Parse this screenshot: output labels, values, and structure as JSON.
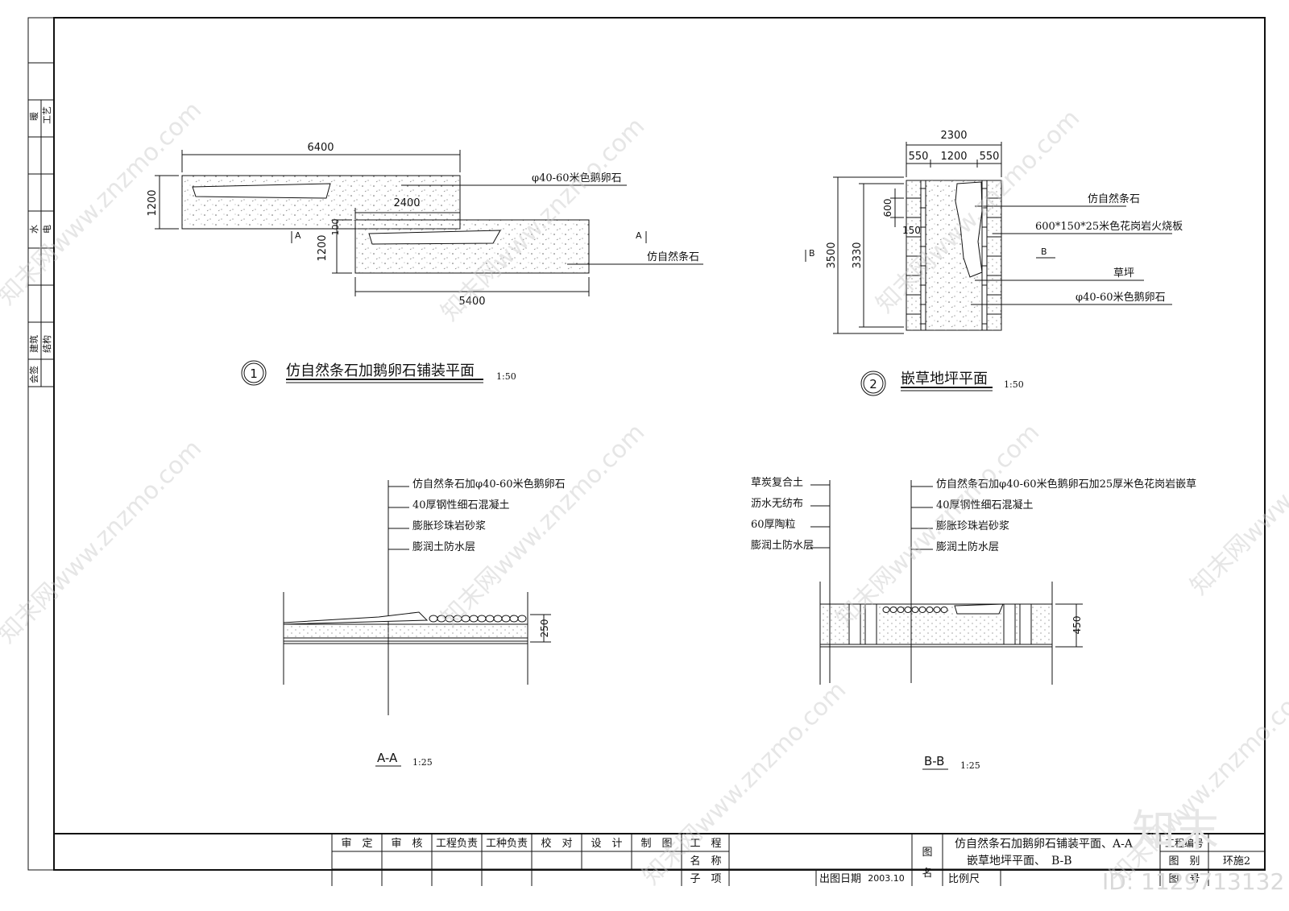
{
  "side_strip": {
    "labels": [
      "暖",
      "工艺",
      "水",
      "电",
      "建筑",
      "结构",
      "会签"
    ]
  },
  "plan1": {
    "title": "仿自然条石加鹅卵石铺装平面",
    "number": "1",
    "scale": "1:50",
    "dims": {
      "top": "6400",
      "left": "1200",
      "mid": "2400",
      "gap": "100",
      "left2": "1200",
      "bottom": "5400"
    },
    "labels": {
      "pebble": "φ40-60米色鹅卵石",
      "stone": "仿自然条石",
      "sec_a1": "A",
      "sec_a2": "A"
    }
  },
  "plan2": {
    "title": "嵌草地坪平面",
    "number": "2",
    "scale": "1:50",
    "dims": {
      "total": "2300",
      "d1": "550",
      "d2": "1200",
      "d3": "550",
      "h600": "600",
      "h150": "150",
      "h3500": "3500",
      "h3330": "3330"
    },
    "labels": {
      "stone": "仿自然条石",
      "granite": "600*150*25米色花岗岩火烧板",
      "grass": "草坪",
      "pebble": "φ40-60米色鹅卵石",
      "sec_b1": "B",
      "sec_b2": "B"
    }
  },
  "sectionA": {
    "title": "A-A",
    "scale": "1:25",
    "dim": "250",
    "layers": [
      "仿自然条石加φ40-60米色鹅卵石",
      "40厚钢性细石混凝土",
      "膨胀珍珠岩砂浆",
      "膨润土防水层"
    ]
  },
  "sectionB": {
    "title": "B-B",
    "scale": "1:25",
    "dim": "450",
    "left_layers": [
      "草炭复合土",
      "沥水无纺布",
      "60厚陶粒",
      "膨润土防水层"
    ],
    "right_layers": [
      "仿自然条石加φ40-60米色鹅卵石加25厚米色花岗岩嵌草",
      "40厚钢性细石混凝土",
      "膨胀珍珠岩砂浆",
      "膨润土防水层"
    ]
  },
  "titleblock": {
    "roles": [
      "审　定",
      "审　核",
      "工程负责",
      "工种负责",
      "校　对",
      "设　计",
      "制　图"
    ],
    "project_name_label": "工　程\n名　称",
    "project_label_1": "工　程",
    "project_label_2": "名　称",
    "subitem_label": "子　项",
    "issue_date_label": "出图日期",
    "issue_date": "2003.10",
    "drawing_name_label_1": "图",
    "drawing_name_label_2": "名",
    "drawing_name_1": "仿自然条石加鹅卵石铺装平面、A-A",
    "drawing_name_2": "嵌草地坪平面、　B-B",
    "project_no_label": "工程编号",
    "category_label": "图　别",
    "category": "环施2",
    "scale_label": "比例尺",
    "sheet_label": "图　号"
  },
  "watermark": {
    "brand": "知末",
    "id_text": "ID: 1129713132",
    "site": "知末网www.znzmo.com"
  }
}
